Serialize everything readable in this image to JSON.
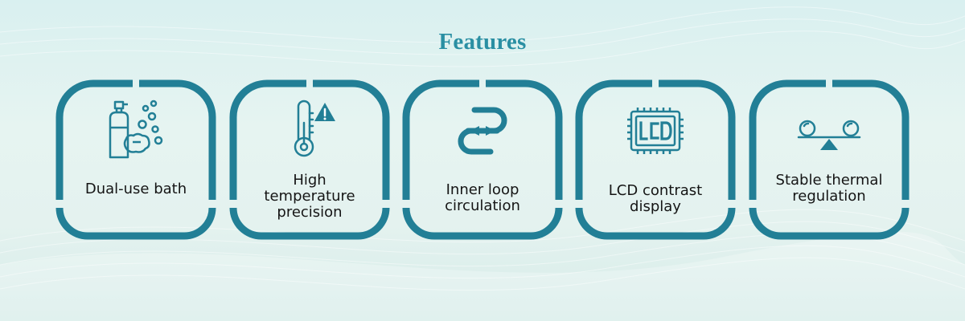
{
  "title": "Features",
  "colors": {
    "accent": "#227f96",
    "title": "#2a8fa3",
    "text": "#151515",
    "background": "#e2f2ef"
  },
  "features": [
    {
      "label": "Dual-use bath",
      "icon": "soap-bottle-bubbles-icon"
    },
    {
      "label": "High temperature precision",
      "icon": "thermometer-warning-icon"
    },
    {
      "label": "Inner loop circulation",
      "icon": "loop-arrows-icon"
    },
    {
      "label": "LCD contrast display",
      "icon": "lcd-chip-icon"
    },
    {
      "label": "Stable thermal regulation",
      "icon": "balance-scale-icon"
    }
  ]
}
